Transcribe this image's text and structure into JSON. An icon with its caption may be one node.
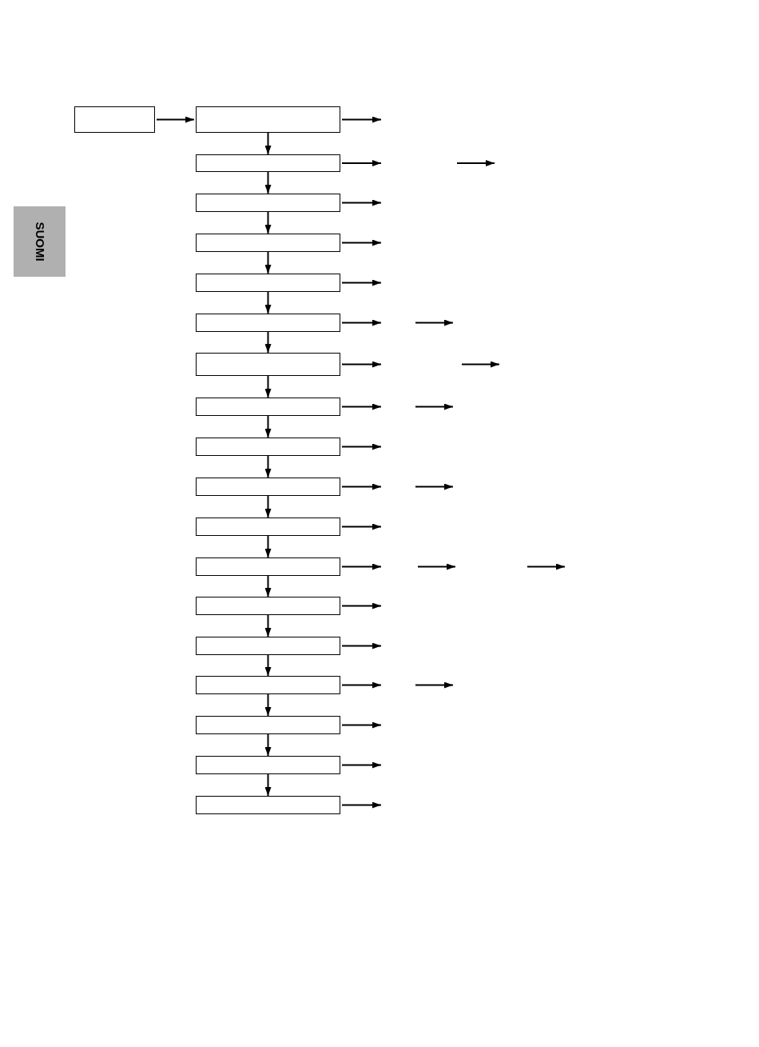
{
  "diagram": {
    "nodes": [
      {
        "text": [],
        "shape": "box"
      },
      {
        "text": [],
        "shape": "box"
      },
      {
        "text": [],
        "shape": "box"
      },
      {
        "text": [],
        "shape": "box"
      },
      {
        "text": [],
        "shape": "box"
      },
      {
        "text": [],
        "shape": "box"
      },
      {
        "text": [],
        "shape": "box"
      },
      {
        "text": [],
        "shape": "box"
      },
      {
        "text": [],
        "shape": "box"
      },
      {
        "text": [],
        "shape": "box"
      },
      {
        "text": [],
        "shape": "box"
      },
      {
        "text": [],
        "shape": "box"
      },
      {
        "text": [],
        "shape": "box"
      },
      {
        "text": [],
        "shape": "box"
      },
      {
        "text": [],
        "shape": "box"
      },
      {
        "text": [],
        "shape": "box"
      },
      {
        "text": [],
        "shape": "box"
      },
      {
        "text": [],
        "shape": "box"
      },
      {
        "text": [],
        "shape": "box"
      }
    ],
    "edges": [
      {
        "from": 0,
        "to": 1,
        "arrow": "to"
      },
      {
        "from": 1,
        "to": 2,
        "arrow": "to"
      },
      {
        "from": 2,
        "to": 3,
        "arrow": "to"
      },
      {
        "from": 3,
        "to": 4,
        "arrow": "to"
      },
      {
        "from": 4,
        "to": 5,
        "arrow": "to"
      },
      {
        "from": 5,
        "to": 6,
        "arrow": "to"
      },
      {
        "from": 6,
        "to": 7,
        "arrow": "to"
      },
      {
        "from": 7,
        "to": 8,
        "arrow": "to"
      },
      {
        "from": 8,
        "to": 9,
        "arrow": "to"
      },
      {
        "from": 9,
        "to": 10,
        "arrow": "to"
      },
      {
        "from": 10,
        "to": 11,
        "arrow": "to"
      },
      {
        "from": 11,
        "to": 12,
        "arrow": "to"
      },
      {
        "from": 12,
        "to": 13,
        "arrow": "to"
      },
      {
        "from": 13,
        "to": 14,
        "arrow": "to"
      },
      {
        "from": 14,
        "to": 15,
        "arrow": "to"
      },
      {
        "from": 15,
        "to": 16,
        "arrow": "to"
      },
      {
        "from": 16,
        "to": 17,
        "arrow": "to"
      },
      {
        "from": 17,
        "to": 18,
        "arrow": "to"
      },
      {
        "from": 1,
        "to": null,
        "arrow": "to"
      },
      {
        "from": 2,
        "to": null,
        "arrow": "to"
      },
      {
        "from": 3,
        "to": null,
        "arrow": "to"
      },
      {
        "from": 4,
        "to": null,
        "arrow": "to"
      },
      {
        "from": 5,
        "to": null,
        "arrow": "to"
      },
      {
        "from": 6,
        "to": null,
        "arrow": "to"
      },
      {
        "from": 7,
        "to": null,
        "arrow": "to"
      },
      {
        "from": 8,
        "to": null,
        "arrow": "to"
      },
      {
        "from": 9,
        "to": null,
        "arrow": "to"
      },
      {
        "from": 10,
        "to": null,
        "arrow": "to"
      },
      {
        "from": 11,
        "to": null,
        "arrow": "to"
      },
      {
        "from": 12,
        "to": null,
        "arrow": "to"
      },
      {
        "from": 13,
        "to": null,
        "arrow": "to"
      },
      {
        "from": 14,
        "to": null,
        "arrow": "to"
      },
      {
        "from": 15,
        "to": null,
        "arrow": "to"
      },
      {
        "from": 16,
        "to": null,
        "arrow": "to"
      },
      {
        "from": 17,
        "to": null,
        "arrow": "to"
      },
      {
        "from": 18,
        "to": null,
        "arrow": "to"
      }
    ],
    "labels": [
      "SUOMI"
    ]
  }
}
